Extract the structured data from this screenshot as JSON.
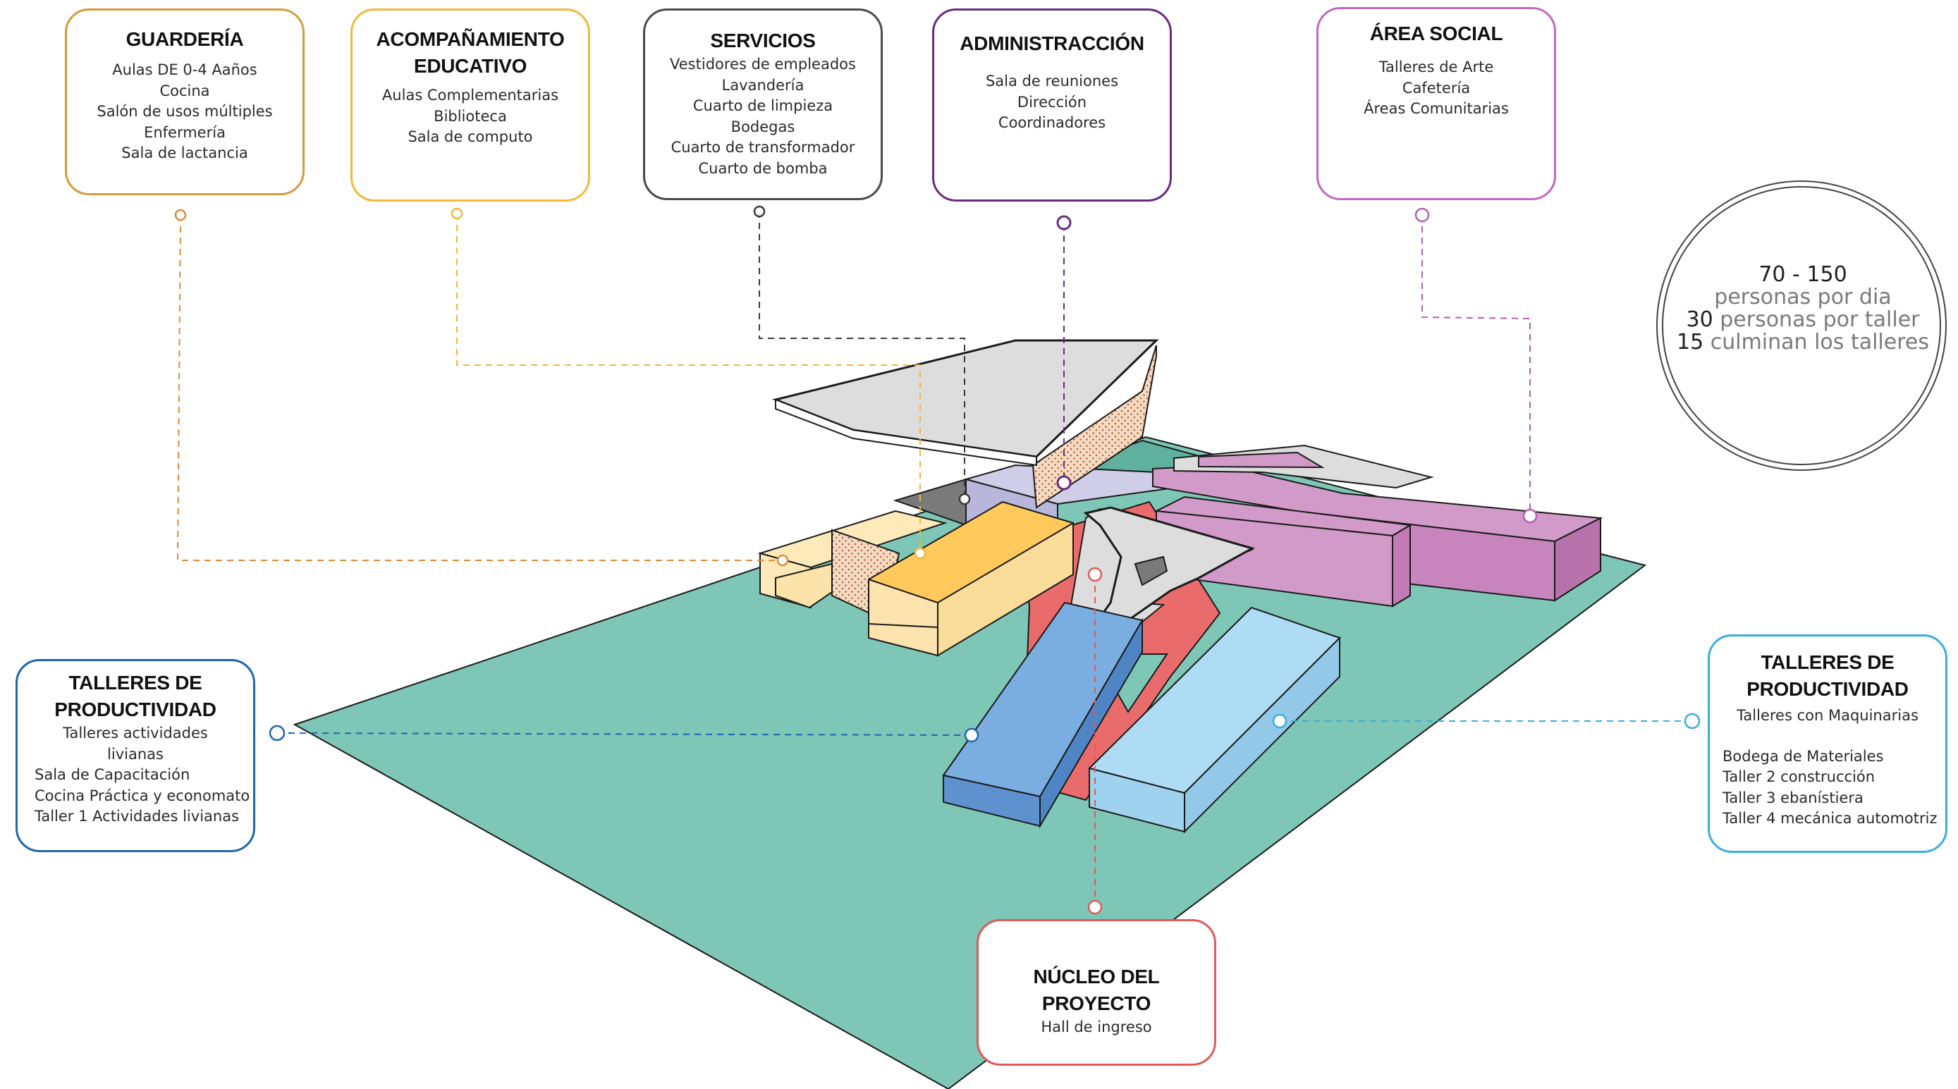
{
  "boxes": {
    "guarderia": {
      "title": [
        "GUARDERÍA"
      ],
      "items": [
        "Aulas DE 0-4 Aaños",
        "Cocina",
        "Salón de usos múltiples",
        "Enfermería",
        "Sala de lactancia"
      ],
      "color": "#d79a3d"
    },
    "acompanamiento": {
      "title": [
        "ACOMPAÑAMIENTO",
        "EDUCATIVO"
      ],
      "items": [
        "Aulas Complementarias",
        "Biblioteca",
        "Sala de computo"
      ],
      "color": "#f2b93b"
    },
    "servicios": {
      "title": [
        "SERVICIOS"
      ],
      "items": [
        "Vestidores de empleados",
        "Lavandería",
        "Cuarto de limpieza",
        "Bodegas",
        "Cuarto de transformador",
        "Cuarto de bomba"
      ],
      "color": "#4a4a4a"
    },
    "administraccion": {
      "title": [
        "ADMINISTRACCIÓN"
      ],
      "items": [
        "Sala de reuniones",
        "Dirección",
        "Coordinadores"
      ],
      "color": "#6a2a80"
    },
    "area_social": {
      "title": [
        "ÁREA SOCIAL"
      ],
      "items": [
        "Talleres de Arte",
        "Cafetería",
        "Áreas Comunitarias"
      ],
      "color": "#c467c0"
    },
    "talleres_left": {
      "title": [
        "TALLERES DE",
        "PRODUCTIVIDAD"
      ],
      "items_centered": [
        "Talleres actividades",
        "livianas"
      ],
      "items": [
        "Sala de Capacitación",
        "Cocina Práctica y economato",
        "Taller 1 Actividades livianas"
      ],
      "color": "#1f66b0"
    },
    "talleres_right": {
      "title": [
        "TALLERES DE",
        "PRODUCTIVIDAD"
      ],
      "items_centered": [
        "Talleres con Maquinarias"
      ],
      "items": [
        "Bodega de Materiales",
        "Taller 2 construcción",
        "Taller 3 ebanístiera",
        "Taller 4 mecánica automotriz"
      ],
      "color": "#3aaee0"
    },
    "nucleo": {
      "title": [
        "NÚCLEO DEL PROYECTO"
      ],
      "items": [
        "Hall de ingreso"
      ],
      "color": "#e05a5a"
    }
  },
  "stats": {
    "line1": "70 - 150",
    "line2": "personas por dia",
    "line3_num": "30",
    "line3_text": "personas por taller",
    "line4_num": "15",
    "line4_text": "culminan los talleres"
  },
  "colors": {
    "ground": "#7ec6b6",
    "core": "#ea6b6b",
    "guarderia_block": "#fde9b9",
    "educativo_block": "#ffc95c",
    "servicios_block": "#7a7a7a",
    "admin_block": "#cfcde8",
    "social_block": "#d29ac8",
    "talleres_left_block": "#7aaee0",
    "talleres_right_block": "#aedcf5",
    "roof": "#dddddd"
  }
}
